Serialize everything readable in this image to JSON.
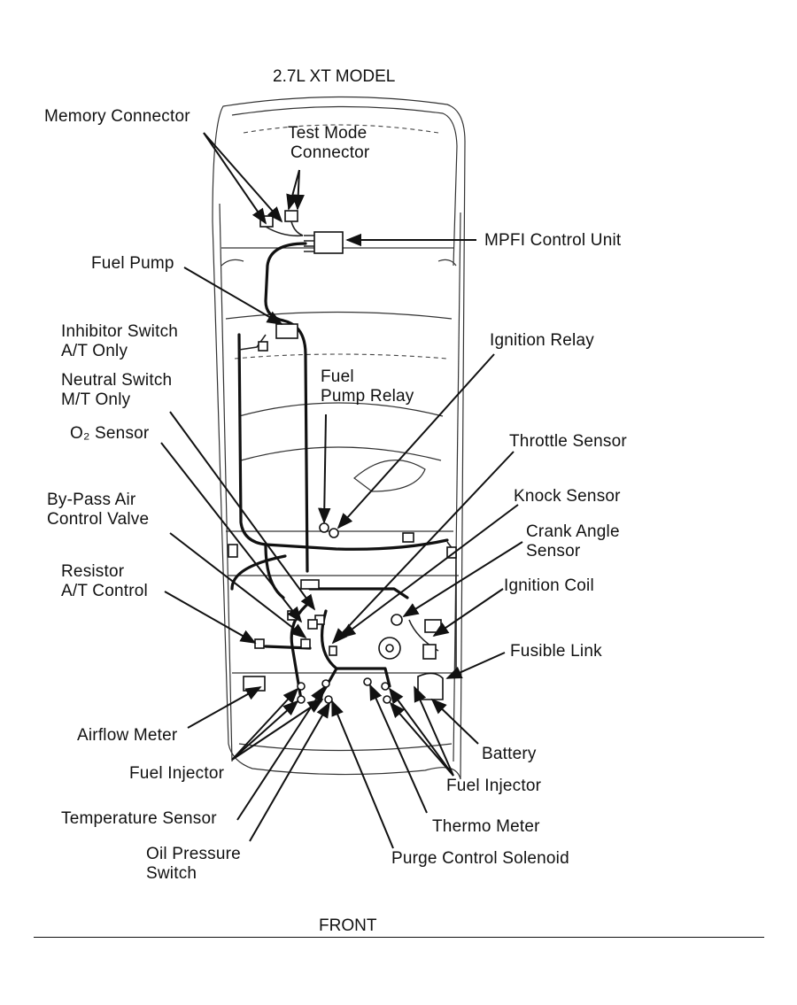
{
  "title": "2.7L XT MODEL",
  "footer": "FRONT",
  "labels": {
    "memory_connector": "Memory Connector",
    "test_mode_connector": [
      "Test Mode",
      "Connector"
    ],
    "mpfi_control_unit": "MPFI Control Unit",
    "fuel_pump": "Fuel Pump",
    "inhibitor_switch": [
      "Inhibitor Switch",
      "A/T Only"
    ],
    "neutral_switch": [
      "Neutral Switch",
      "M/T Only"
    ],
    "fuel_pump_relay": [
      "Fuel",
      "Pump Relay"
    ],
    "ignition_relay": "Ignition Relay",
    "o2_sensor": "O₂ Sensor",
    "throttle_sensor": "Throttle Sensor",
    "bypass_air_valve": [
      "By-Pass Air",
      "Control Valve"
    ],
    "knock_sensor": "Knock Sensor",
    "crank_angle_sensor": [
      "Crank Angle",
      "Sensor"
    ],
    "resistor": [
      "Resistor",
      "A/T Control"
    ],
    "ignition_coil": "Ignition Coil",
    "fusible_link": "Fusible Link",
    "airflow_meter": "Airflow Meter",
    "battery": "Battery",
    "fuel_injector_left": "Fuel Injector",
    "fuel_injector_right": "Fuel Injector",
    "temperature_sensor": "Temperature Sensor",
    "thermo_meter": "Thermo Meter",
    "oil_pressure_switch": [
      "Oil Pressure",
      "Switch"
    ],
    "purge_control_solenoid": "Purge Control Solenoid"
  }
}
